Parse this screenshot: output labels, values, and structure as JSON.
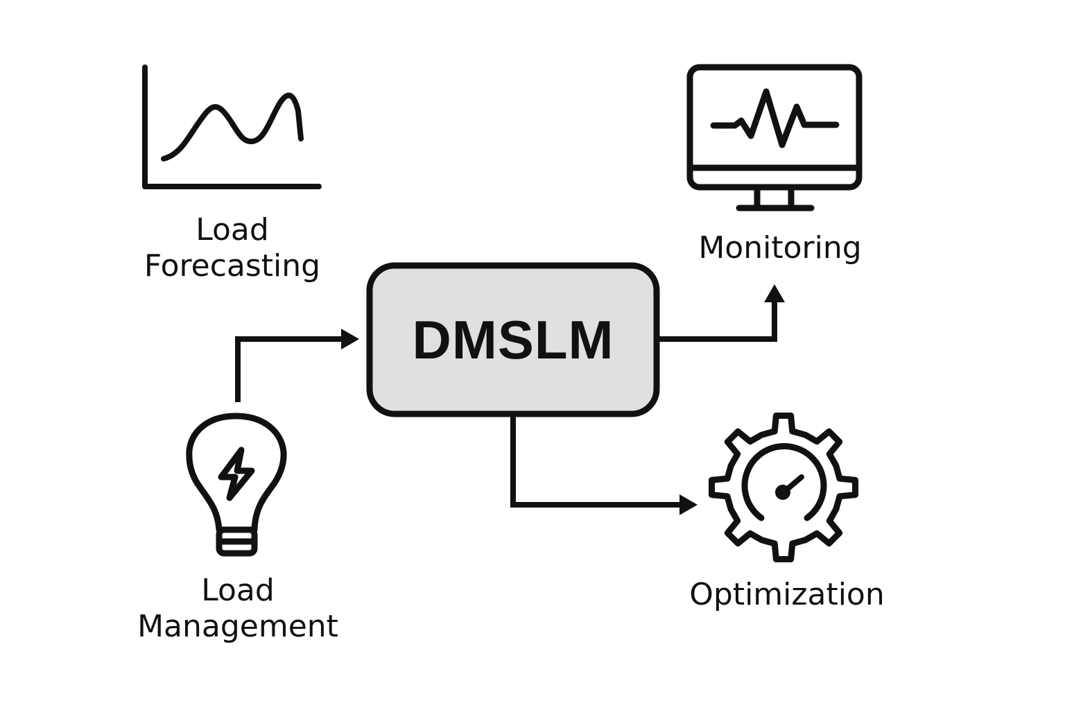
{
  "diagram": {
    "central_node": {
      "label": "DMSLM",
      "fill": "#e0e0e0",
      "stroke": "#111111"
    },
    "nodes": [
      {
        "id": "load-forecasting",
        "label_lines": [
          "Load",
          "Forecasting"
        ],
        "icon": "line-chart-icon"
      },
      {
        "id": "monitoring",
        "label_lines": [
          "Monitoring"
        ],
        "icon": "monitor-heartbeat-icon"
      },
      {
        "id": "optimization",
        "label_lines": [
          "Optimization"
        ],
        "icon": "gear-gauge-icon"
      },
      {
        "id": "load-management",
        "label_lines": [
          "Load",
          "Management"
        ],
        "icon": "lightbulb-bolt-icon"
      }
    ],
    "edges": [
      {
        "from": "load-management",
        "to": "DMSLM"
      },
      {
        "from": "DMSLM",
        "to": "monitoring"
      },
      {
        "from": "DMSLM",
        "to": "optimization"
      }
    ],
    "colors": {
      "stroke": "#111111",
      "background": "#ffffff"
    }
  }
}
